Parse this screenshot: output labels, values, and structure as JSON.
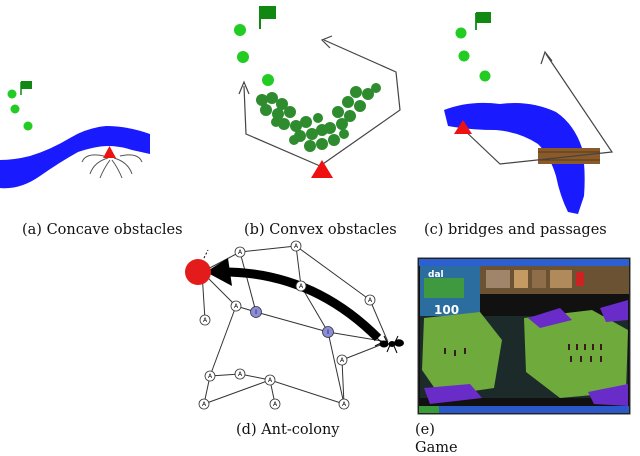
{
  "figure": {
    "captions": {
      "a": "(a) Concave obstacles",
      "b": "(b) Convex obstacles",
      "c": "(c) bridges and passages",
      "d": "(d) Ant-colony",
      "e_line1": "(e)",
      "e_line2": "Game"
    },
    "ant_colony": {
      "node_label": "A",
      "highlight_label": "I"
    },
    "game": {
      "counter_top": "dal",
      "counter_bottom": "100"
    },
    "colors": {
      "water": "#1a1aff",
      "path_marker": "#22cc22",
      "goal_flag": "#118811",
      "start_triangle": "#ee1111",
      "forest": "#2e8b2e",
      "bridge": "#8b5a2b",
      "ant_target": "#e31b1b",
      "highlight_node": "#8c8cdc"
    }
  }
}
